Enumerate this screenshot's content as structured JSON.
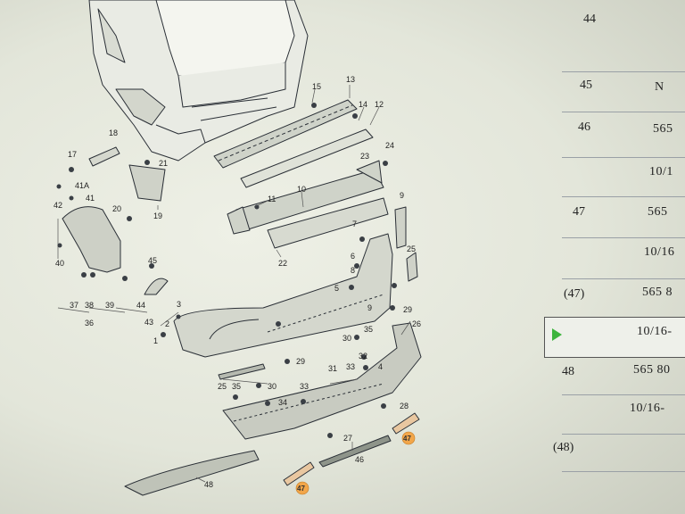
{
  "diagram": {
    "labels": [
      "13",
      "15",
      "14",
      "12",
      "18",
      "17",
      "21",
      "41A",
      "41",
      "24",
      "23",
      "11",
      "10",
      "20",
      "19",
      "42",
      "9",
      "22",
      "40",
      "45",
      "6",
      "8",
      "25",
      "5",
      "44",
      "43",
      "36",
      "37",
      "38",
      "39",
      "2",
      "3",
      "1",
      "29",
      "26",
      "35",
      "30",
      "32",
      "33",
      "4",
      "29",
      "31",
      "25",
      "35",
      "30",
      "34",
      "33",
      "28",
      "27",
      "46",
      "48",
      "7",
      "9"
    ],
    "callouts": [
      "47",
      "47"
    ],
    "accent_color": "#f2a64a"
  },
  "table": {
    "rows": [
      {
        "num": "44",
        "part": ""
      },
      {
        "num": "45",
        "part": "N"
      },
      {
        "num": "46",
        "part": "565"
      },
      {
        "num": "",
        "part": "10/1"
      },
      {
        "num": "47",
        "part": "565"
      },
      {
        "num": "",
        "part": "10/16"
      },
      {
        "num": "(47)",
        "part": "565 8"
      },
      {
        "num": "",
        "part": "10/16-"
      },
      {
        "num": "48",
        "part": "565 80"
      },
      {
        "num": "",
        "part": "10/16-"
      },
      {
        "num": "(48)",
        "part": ""
      }
    ],
    "selected_index": 7,
    "marker_color": "#3cb43c"
  }
}
